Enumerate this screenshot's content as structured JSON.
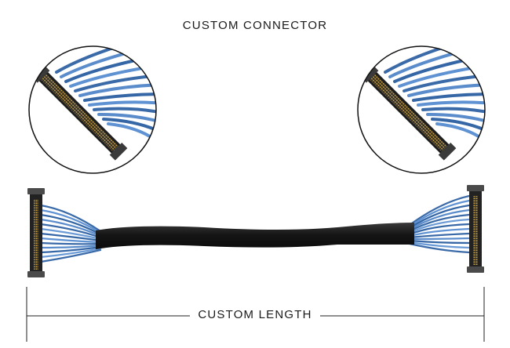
{
  "title": "CUSTOM CONNECTOR",
  "length_label": "CUSTOM LENGTH",
  "colors": {
    "wire_blue": "#3f73b3",
    "wire_blue_light": "#6a9bd6",
    "cable_jacket": "#1c1c1c",
    "connector_body": "#2b2b2b",
    "connector_pins": "#b8913a"
  },
  "icons": [
    "left-connector-detail-image",
    "right-connector-detail-image",
    "cable-assembly-image"
  ]
}
